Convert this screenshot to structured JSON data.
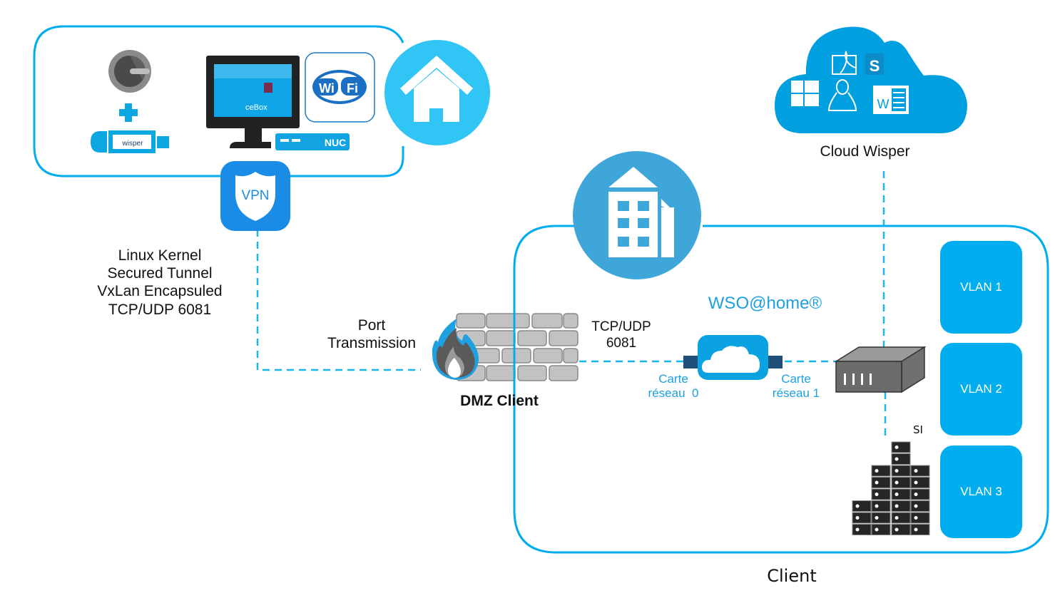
{
  "colors": {
    "accent": "#00aeef",
    "home_circle": "#30c5f4",
    "building_circle": "#3fa6da",
    "cloud": "#009fe0",
    "vpn": "#1a8ce6",
    "nic_port": "#1f4e79",
    "wall_brick": "#c0c0c0",
    "switch": "#6b6b6b",
    "server": "#262626"
  },
  "home_site": {
    "icon": "house-icon",
    "items": [
      {
        "icon": "google-authenticator-icon"
      },
      {
        "icon": "plus-icon"
      },
      {
        "icon": "usb-key-icon",
        "label": "wisper"
      },
      {
        "icon": "monitor-icon",
        "screen_label": "ceBox"
      },
      {
        "icon": "wifi-icon",
        "label_left": "Wi",
        "label_right": "Fi"
      },
      {
        "icon": "nuc-box-icon",
        "label": "NUC"
      }
    ]
  },
  "vpn": {
    "icon": "vpn-shield-icon",
    "label": "VPN"
  },
  "tunnel_text": [
    "Linux Kernel",
    "Secured Tunnel",
    "VxLan Encapsuled",
    "TCP/UDP 6081"
  ],
  "port_text": [
    "Port",
    "Transmission"
  ],
  "dmz": {
    "label": "DMZ Client",
    "icon": "firewall-icon"
  },
  "tcp_text": [
    "TCP/UDP",
    "6081"
  ],
  "wso": {
    "label": "WSO@home®",
    "nic0": [
      "Carte",
      "réseau  0"
    ],
    "nic1": [
      "Carte",
      "réseau 1"
    ]
  },
  "cloud_wisper": {
    "label": "Cloud Wisper",
    "apps": [
      "acrobat-icon",
      "skype-icon",
      "windows-icon",
      "linux-icon",
      "word-icon"
    ]
  },
  "client": {
    "label": "Client",
    "building_icon": "building-icon",
    "si_label": "SI",
    "vlans": [
      "VLAN 1",
      "VLAN 2",
      "VLAN 3"
    ]
  }
}
